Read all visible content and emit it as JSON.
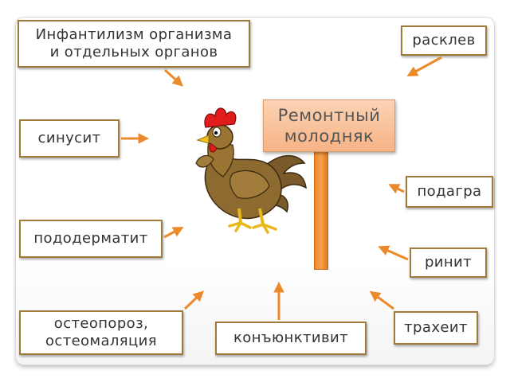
{
  "title_sign": "Ремонтный\nмолодняк",
  "labels": {
    "infantilism": "Инфантилизм организма\nи отдельных органов",
    "rasklev": "расклев",
    "sinusit": "синусит",
    "podagra": "подагра",
    "pododermatit": "пододерматит",
    "rinit": "ринит",
    "osteoporoz": "остеопороз,\nостеомаляция",
    "konyunktivit": "конъюнктивит",
    "traheit": "трахеит"
  },
  "colors": {
    "box_border": "#a07a3a",
    "arrow": "#ec8a2b",
    "sign_fill": "#f8c29a",
    "post": "#f28a2a"
  },
  "illustration": "rooster-cartoon"
}
